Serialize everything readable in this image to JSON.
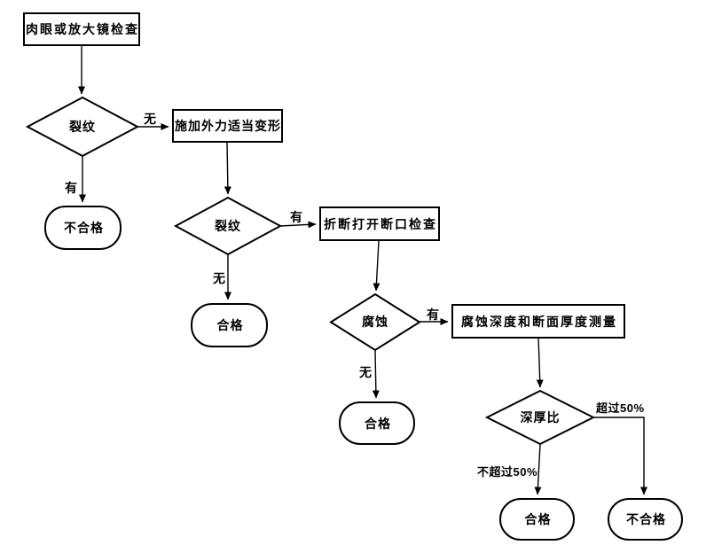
{
  "flowchart": {
    "nodes": {
      "start": {
        "type": "process",
        "label": "肉眼或放大镜检查"
      },
      "crack1": {
        "type": "decision",
        "label": "裂纹"
      },
      "fail1": {
        "type": "terminal",
        "label": "不合格"
      },
      "deform": {
        "type": "process",
        "label": "施加外力适当变形"
      },
      "crack2": {
        "type": "decision",
        "label": "裂纹"
      },
      "pass1": {
        "type": "terminal",
        "label": "合格"
      },
      "fracture": {
        "type": "process",
        "label": "折断打开断口检查"
      },
      "corrosion": {
        "type": "decision",
        "label": "腐蚀"
      },
      "pass2": {
        "type": "terminal",
        "label": "合格"
      },
      "measure": {
        "type": "process",
        "label": "腐蚀深度和断面厚度测量"
      },
      "ratio": {
        "type": "decision",
        "label": "深厚比"
      },
      "pass3": {
        "type": "terminal",
        "label": "合格"
      },
      "fail2": {
        "type": "terminal",
        "label": "不合格"
      }
    },
    "edge_labels": {
      "crack1_no": "无",
      "crack1_yes": "有",
      "crack2_yes": "有",
      "crack2_no": "无",
      "corrosion_yes": "有",
      "corrosion_no": "无",
      "ratio_over": "超过50%",
      "ratio_not_over": "不超过50%"
    },
    "colors": {
      "line": "#000000",
      "background": "#ffffff",
      "text": "#000000"
    }
  }
}
